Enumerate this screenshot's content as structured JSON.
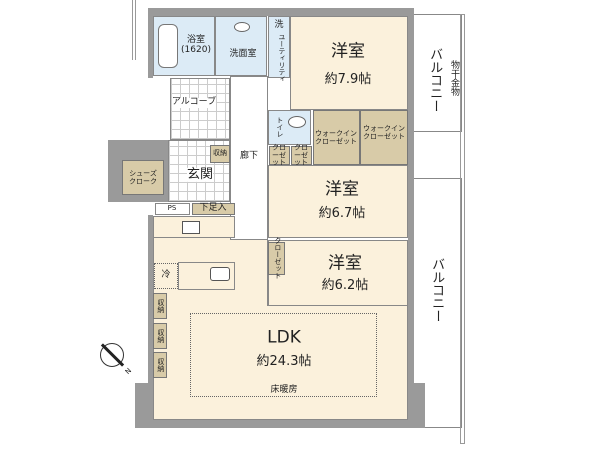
{
  "rooms": {
    "bath": {
      "name": "浴室",
      "size": "(1620)"
    },
    "washroom": "洗面室",
    "laundry": "洗",
    "utility": "ユーティリティ",
    "bedroom1": {
      "name": "洋室",
      "size": "約7.9帖"
    },
    "alcove": "アルコーブ",
    "toilet": "トイレ",
    "closet_a": "クローゼット",
    "closet_b": "クローゼット",
    "wic1": "ウォークインクローゼット",
    "wic2": "ウォークインクローゼット",
    "corridor": "廊下",
    "entrance": "玄関",
    "entrance_storage": "収納",
    "shoes_cloak": "シューズクローク",
    "ps": "PS",
    "shoe_box": "下足入",
    "bedroom2": {
      "name": "洋室",
      "size": "約6.7帖"
    },
    "bedroom3": {
      "name": "洋室",
      "size": "約6.2帖"
    },
    "closet_c": "クローゼット",
    "fridge": "冷",
    "storage": [
      "収納",
      "収納",
      "収納"
    ],
    "ldk": {
      "name": "LDK",
      "size": "約24.3帖",
      "floor_heating": "床暖房"
    }
  },
  "balcony": {
    "top": "バルコニー",
    "drying_rack": "物干金物",
    "right": "バルコニー"
  },
  "compass": {
    "label": "N"
  },
  "colors": {
    "room": "#fbf1dc",
    "wet": "#dcebf6",
    "storage": "#d8cba8",
    "wall": "#9a9a9a"
  }
}
